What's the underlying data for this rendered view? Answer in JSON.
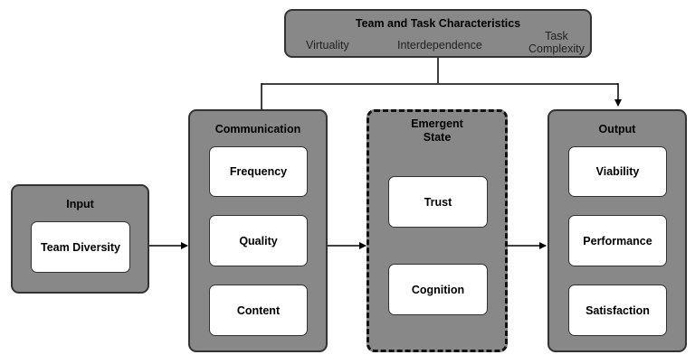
{
  "top": {
    "title": "Team and Task Characteristics",
    "virtuality": "Virtuality",
    "interdependence": "Interdependence",
    "task_line1": "Task",
    "task_line2": "Complexity"
  },
  "input": {
    "title": "Input",
    "items": [
      "Team Diversity"
    ]
  },
  "communication": {
    "title": "Communication",
    "items": [
      "Frequency",
      "Quality",
      "Content"
    ]
  },
  "emergent": {
    "title_line1": "Emergent",
    "title_line2": "State",
    "items": [
      "Trust",
      "Cognition"
    ]
  },
  "output": {
    "title": "Output",
    "items": [
      "Viability",
      "Performance",
      "Satisfaction"
    ]
  }
}
